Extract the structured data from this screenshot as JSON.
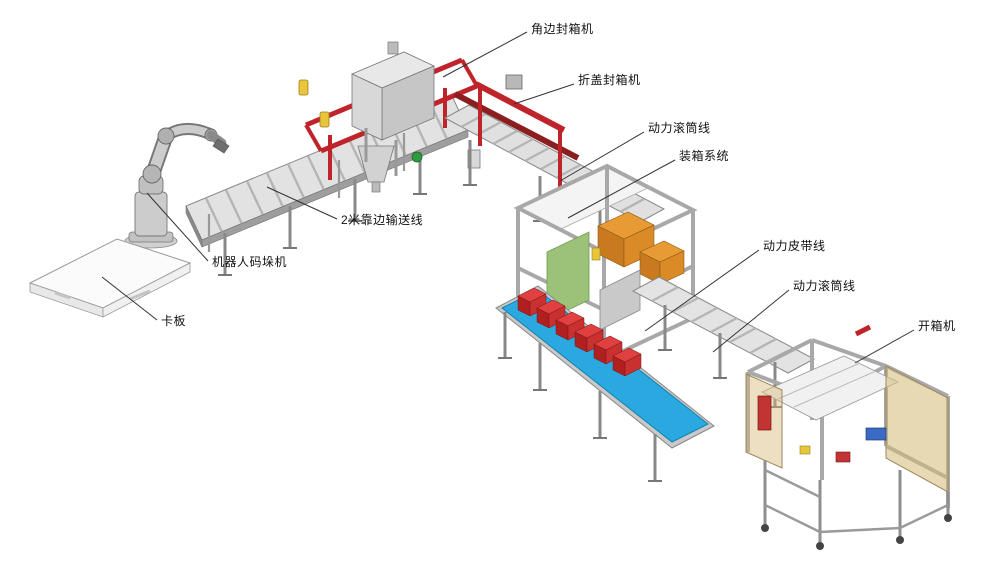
{
  "diagram": {
    "type": "isometric-equipment-layout",
    "labels": [
      {
        "id": "corner-sealer",
        "text": "角边封箱机"
      },
      {
        "id": "flap-sealer",
        "text": "折盖封箱机"
      },
      {
        "id": "roller-line-1",
        "text": "动力滚筒线"
      },
      {
        "id": "case-packer",
        "text": "装箱系统"
      },
      {
        "id": "belt-line",
        "text": "动力皮带线"
      },
      {
        "id": "roller-line-2",
        "text": "动力滚筒线"
      },
      {
        "id": "carton-erector",
        "text": "开箱机"
      },
      {
        "id": "edge-conveyor",
        "text": "2米靠边输送线"
      },
      {
        "id": "robot-palletizer",
        "text": "机器人码垛机"
      },
      {
        "id": "pallet",
        "text": "卡板"
      }
    ],
    "colors": {
      "machine_red": "#c0242b",
      "dark_red": "#8b1f1f",
      "belt_blue": "#2aa9e0",
      "box_orange": "#e89a35",
      "panel_green": "#9cc27a",
      "panel_tan": "#d6b978",
      "metal_light": "#e2e2e2",
      "outline": "#666666"
    }
  }
}
